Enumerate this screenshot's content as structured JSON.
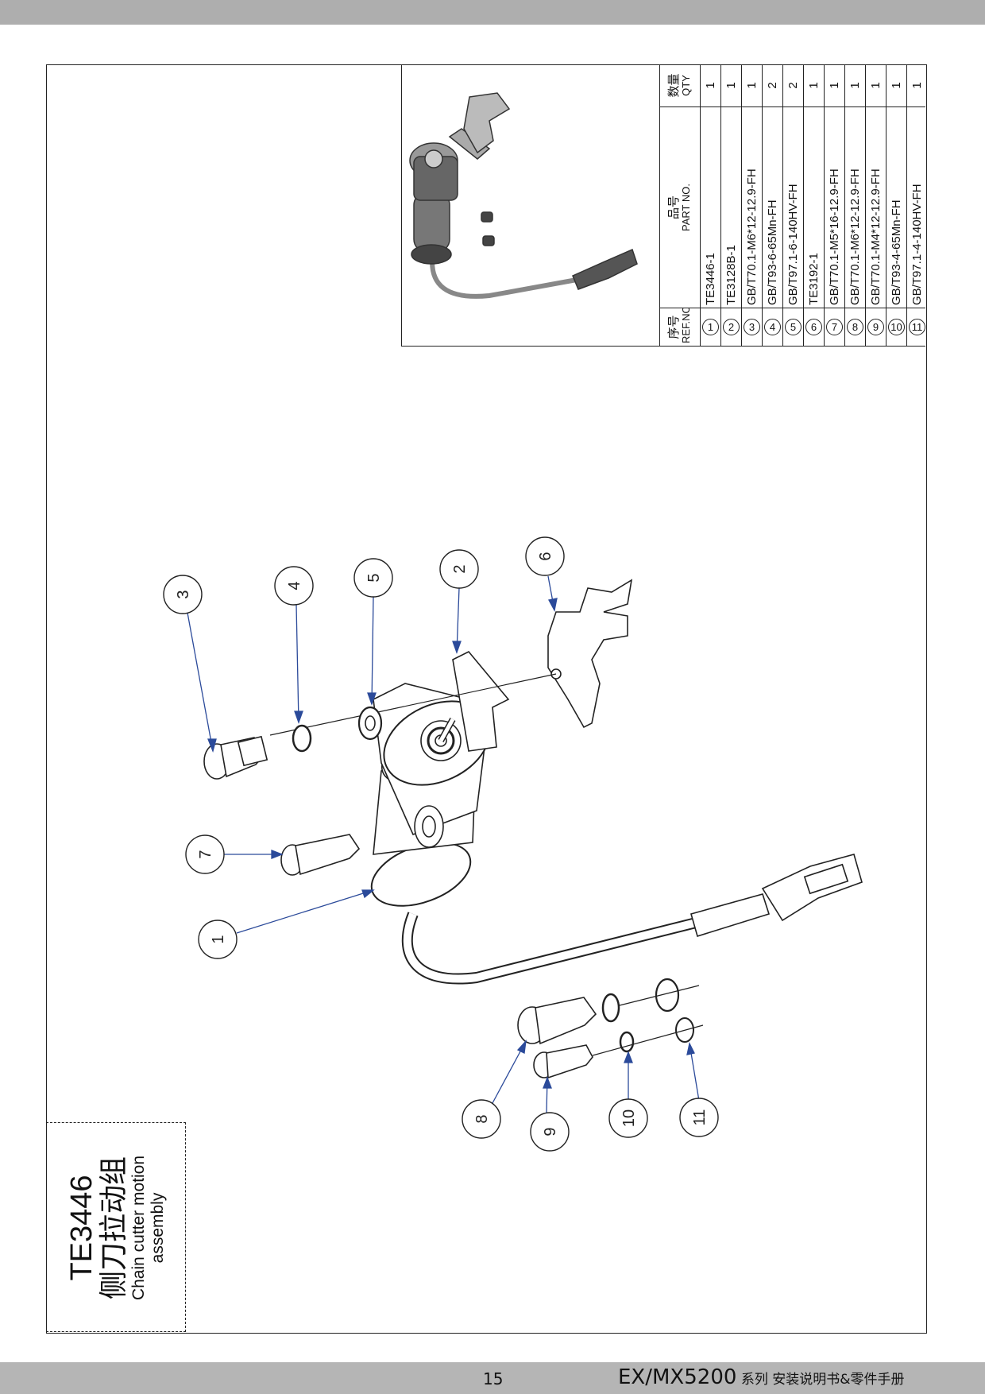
{
  "header": {},
  "footer": {
    "page_number": "15",
    "doc_title": "EX/MX5200",
    "doc_subtitle": " 系列 安装说明书&零件手册"
  },
  "title_block": {
    "code": "TE3446",
    "name_cn": "侧刀拉动组",
    "name_en_line1": "Chain cutter motion",
    "name_en_line2": "assembly"
  },
  "bom": {
    "headers": {
      "ref_cn": "序号",
      "ref_en": "REF.NO.",
      "part_cn": "品号",
      "part_en": "PART NO.",
      "qty_cn": "数量",
      "qty_en": "QTY"
    },
    "rows": [
      {
        "ref": "1",
        "part": "TE3446-1",
        "qty": "1"
      },
      {
        "ref": "2",
        "part": "TE3128B-1",
        "qty": "1"
      },
      {
        "ref": "3",
        "part": "GB/T70.1-M6*12-12.9-FH",
        "qty": "1"
      },
      {
        "ref": "4",
        "part": "GB/T93-6-65Mn-FH",
        "qty": "2"
      },
      {
        "ref": "5",
        "part": "GB/T97.1-6-140HV-FH",
        "qty": "2"
      },
      {
        "ref": "6",
        "part": "TE3192-1",
        "qty": "1"
      },
      {
        "ref": "7",
        "part": "GB/T70.1-M5*16-12.9-FH",
        "qty": "1"
      },
      {
        "ref": "8",
        "part": "GB/T70.1-M6*12-12.9-FH",
        "qty": "1"
      },
      {
        "ref": "9",
        "part": "GB/T70.1-M4*12-12.9-FH",
        "qty": "1"
      },
      {
        "ref": "10",
        "part": "GB/T93-4-65Mn-FH",
        "qty": "1"
      },
      {
        "ref": "11",
        "part": "GB/T97.1-4-140HV-FH",
        "qty": "1"
      }
    ]
  },
  "balloons": [
    "1",
    "2",
    "3",
    "4",
    "5",
    "6",
    "7",
    "8",
    "9",
    "10",
    "11"
  ],
  "colors": {
    "leader": "#2b4a9a",
    "line": "#222222",
    "bar": "#aeaeae"
  }
}
